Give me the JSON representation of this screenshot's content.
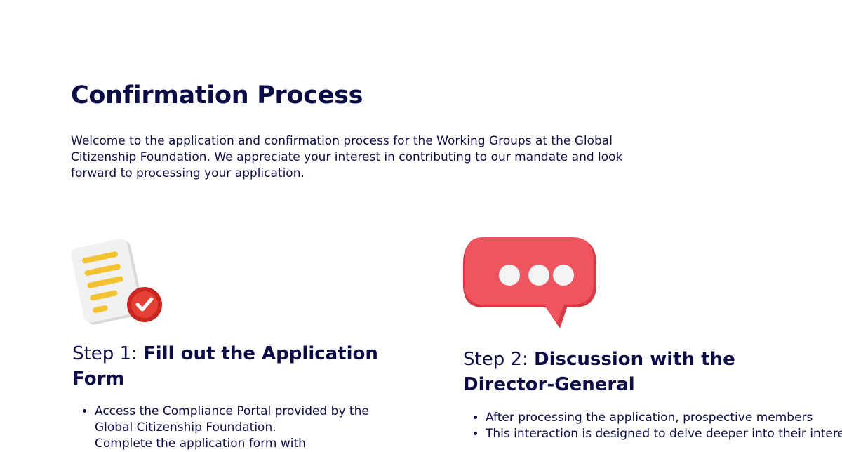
{
  "page": {
    "title": "Confirmation Process",
    "intro": "Welcome to the application and confirmation process for the Working Groups at the Global Citizenship Foundation. We appreciate your interest in contributing to our mandate and look forward to processing your application."
  },
  "steps": [
    {
      "icon": "document-check-icon",
      "prefix": "Step 1: ",
      "title": "Fill out the Application Form",
      "bullets": [
        "Access the Compliance Portal provided by the Global Citizenship Foundation.",
        "Complete the application form with"
      ]
    },
    {
      "icon": "chat-bubble-icon",
      "prefix": "Step 2: ",
      "title": "Discussion with the Director-General",
      "bullets": [
        "After processing the application, prospective members",
        "This interaction is designed to delve deeper into their interests"
      ]
    }
  ],
  "colors": {
    "text": "#0c0c47",
    "bubble": "#f0505a",
    "check": "#d9352b",
    "lines": "#f2c230"
  }
}
